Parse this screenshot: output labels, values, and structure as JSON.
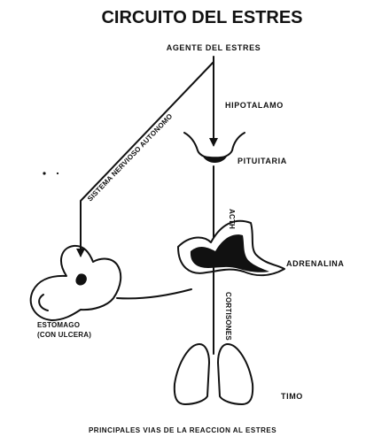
{
  "title": "CIRCUITO DEL ESTRES",
  "labels": {
    "agente": "AGENTE DEL ESTRES",
    "hipotalamo": "HIPOTALAMO",
    "pituitaria": "PITUITARIA",
    "sistema": "SISTEMA NERVIOSO AUTONOMO",
    "acth": "ACTH",
    "adrenalina": "ADRENALINA",
    "cortisones": "CORTISONES",
    "estomago_line1": "ESTOMAGO",
    "estomago_line2": "(CON ULCERA)",
    "timo": "TIMO"
  },
  "caption": "PRINCIPALES VIAS DE LA REACCION AL ESTRES",
  "colors": {
    "ink": "#111111",
    "background": "#ffffff"
  }
}
